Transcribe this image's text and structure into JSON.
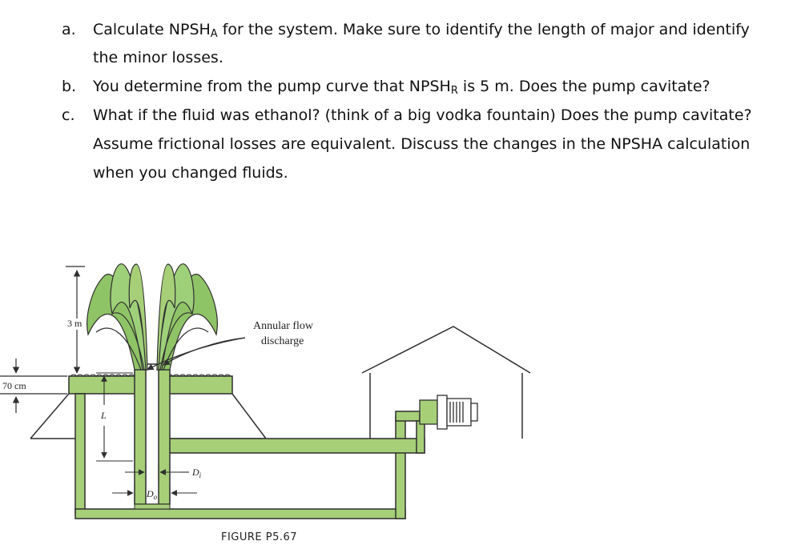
{
  "questions": [
    {
      "label": "a.",
      "line1_before": "Calculate NPSH",
      "line1_sub": "A",
      "line1_after": " for the system. Make sure to identify the length of major and identify",
      "line2": "the minor losses."
    },
    {
      "label": "b.",
      "line1_before": "You determine from the pump curve that NPSH",
      "line1_sub": "R",
      "line1_after": " is 5 m. Does the pump cavitate?"
    },
    {
      "label": "c.",
      "line1": "What if the fluid was ethanol? (think of a big vodka fountain) Does the pump cavitate?",
      "line2": "Assume frictional losses are equivalent. Discuss the changes in the NPSHA calculation",
      "line3": "when you changed fluids."
    }
  ],
  "figure": {
    "label_height": "3 m",
    "label_depth": "70 cm",
    "label_annular_1": "Annular flow",
    "label_annular_2": "discharge",
    "label_L": "L",
    "label_Di": "D",
    "label_Di_sub": "i",
    "label_Do": "D",
    "label_Do_sub": "o",
    "caption": "FIGURE P5.67",
    "colors": {
      "pipe": "#a6cf78",
      "fountain": "#8fc466",
      "outline": "#2f2f2f"
    }
  }
}
